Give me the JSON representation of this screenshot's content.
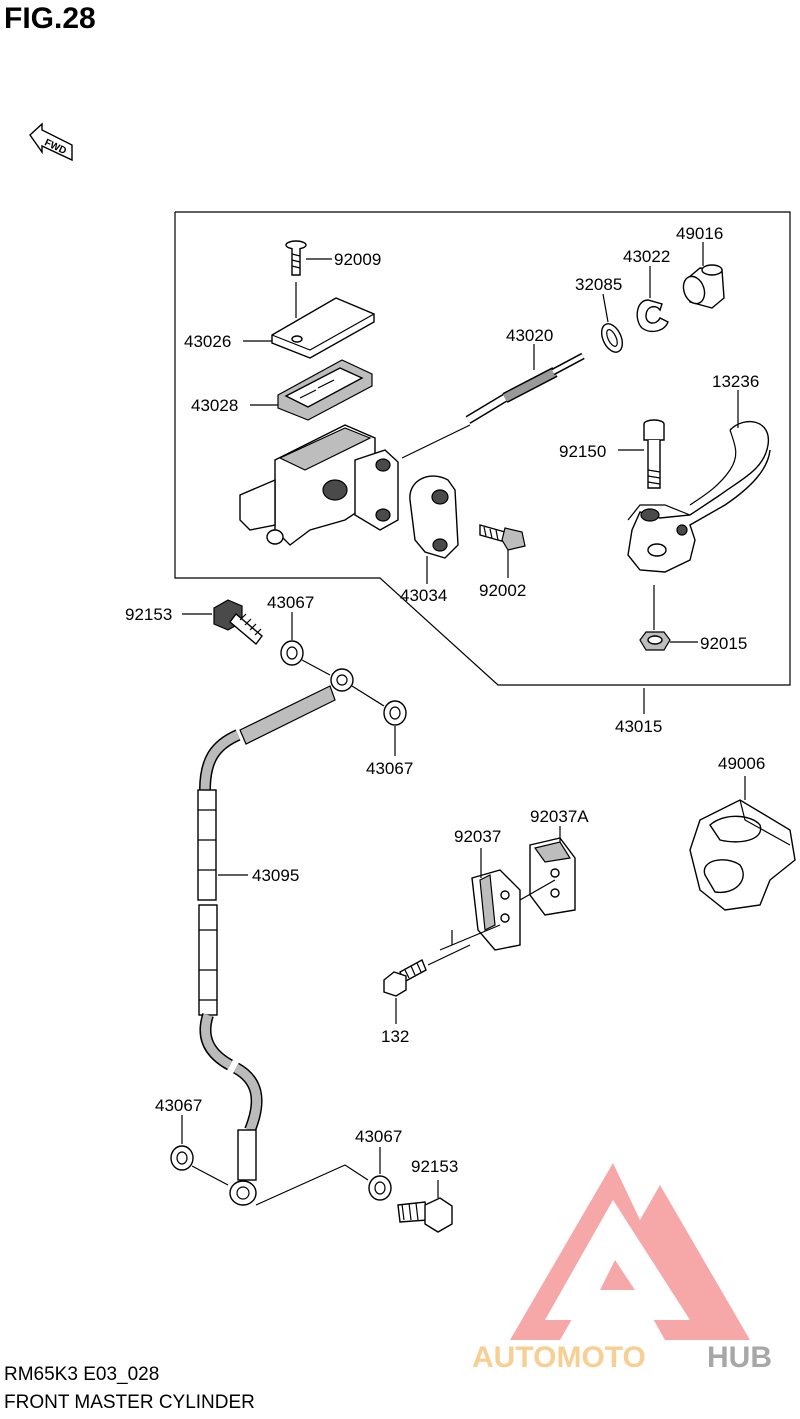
{
  "figure_title": "FIG.28",
  "fwd_label": "FWD",
  "model_code": "RM65K3 E03_028",
  "caption": "FRONT MASTER CYLINDER",
  "watermark": {
    "word_part1": "AUTOMOTO",
    "word_part2": "HUB",
    "color_main": "#f06f6f",
    "color_accent": "#f5c070",
    "color_hub": "#7a7a7a"
  },
  "parts": {
    "p92009": "92009",
    "p43026": "43026",
    "p43028": "43028",
    "p43020": "43020",
    "p32085": "32085",
    "p43022": "43022",
    "p49016": "49016",
    "p13236": "13236",
    "p92150": "92150",
    "p43034": "43034",
    "p92002": "92002",
    "p92015": "92015",
    "p43015": "43015",
    "p92153a": "92153",
    "p43067a": "43067",
    "p43067b": "43067",
    "p43095": "43095",
    "p49006": "49006",
    "p92037": "92037",
    "p92037A": "92037A",
    "p132": "132",
    "p43067c": "43067",
    "p43067d": "43067",
    "p92153b": "92153"
  }
}
